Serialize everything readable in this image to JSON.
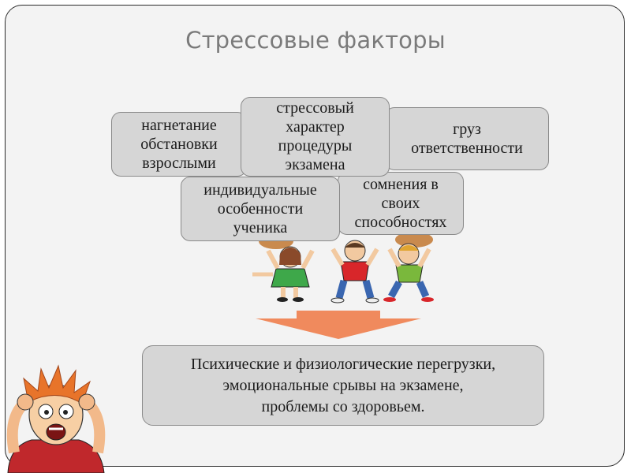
{
  "slide": {
    "title": "Стрессовые факторы",
    "factors": [
      {
        "id": "adults",
        "text": "нагнетание\nобстановки\nвзрослыми"
      },
      {
        "id": "procedure",
        "text": "стрессовый\nхарактер\nпроцедуры\nэкзамена"
      },
      {
        "id": "responsibility",
        "text": "груз\nответственности"
      },
      {
        "id": "individual",
        "text": "индивидуальные\nособенности\nученика"
      },
      {
        "id": "doubt",
        "text": "сомнения в\nсвоих\nспособностях"
      }
    ],
    "result": "Психические и физиологические перегрузки,\nэмоциональные срывы на экзамене,\nпроблемы со  здоровьем.",
    "colors": {
      "box_fill": "#d6d6d6",
      "arrow": "#f08a5d",
      "title": "#7a7a7a"
    },
    "icons": [
      "students-carrying-burden-illustration",
      "down-arrow-icon",
      "stressed-person-illustration"
    ]
  }
}
